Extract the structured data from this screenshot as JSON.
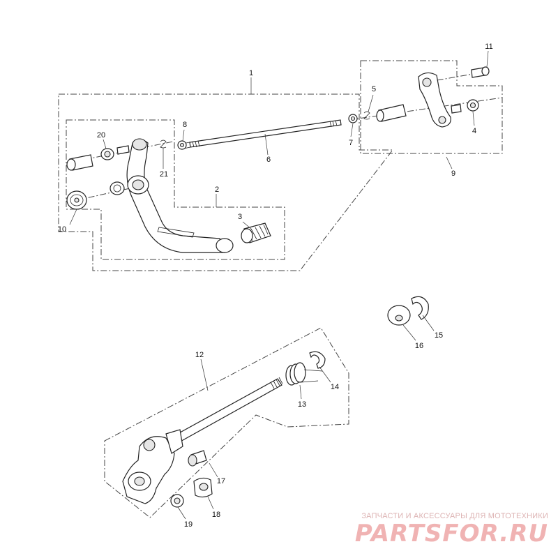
{
  "diagram": {
    "callouts": [
      "1",
      "2",
      "3",
      "4",
      "5",
      "6",
      "7",
      "8",
      "9",
      "10",
      "11",
      "12",
      "13",
      "14",
      "15",
      "16",
      "17",
      "18",
      "19",
      "20",
      "21"
    ]
  },
  "watermark": {
    "caption": "ЗАПЧАСТИ И АКСЕССУАРЫ ДЛЯ МОТОТЕХНИКИ",
    "logo": "PARTSFOR.RU"
  }
}
